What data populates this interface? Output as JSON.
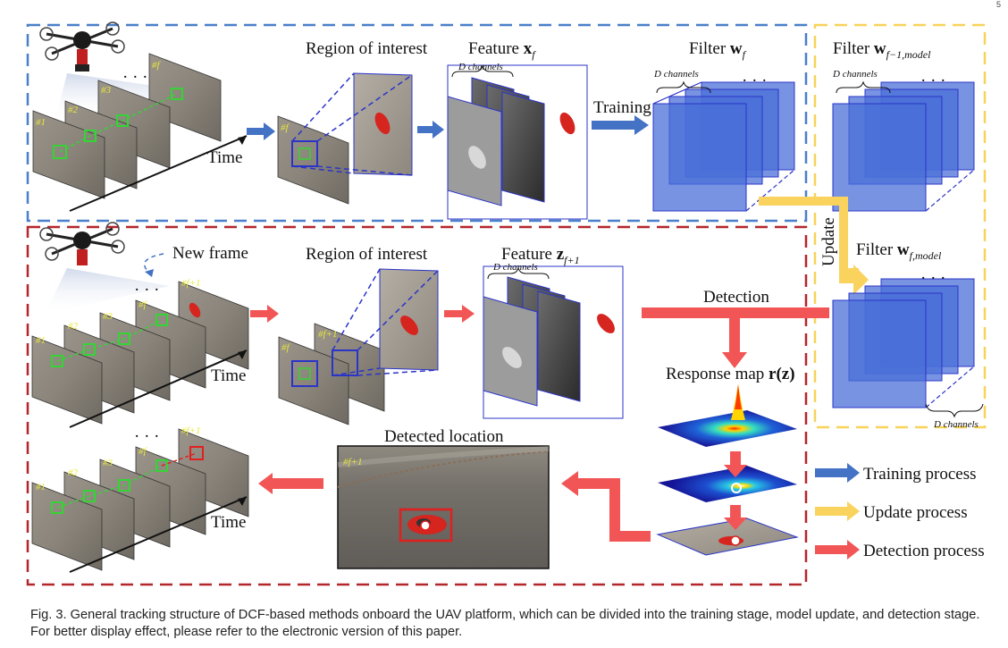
{
  "page_number": "5",
  "figure": {
    "training_panel": {
      "region_of_interest": "Region of interest",
      "feature_label_prefix": "Feature ",
      "feature_var": "x",
      "feature_sub": "f",
      "filter_label_prefix": "Filter ",
      "filter_var": "w",
      "filter_sub": "f",
      "channels": "D channels",
      "time": "Time",
      "training": "Training",
      "frames": [
        "#1",
        "#2",
        "#3",
        "#f"
      ],
      "ellipsis": "· · ·"
    },
    "update_panel": {
      "prev_filter_prefix": "Filter ",
      "prev_filter_var": "w",
      "prev_filter_sub": "f−1,model",
      "curr_filter_prefix": "Filter ",
      "curr_filter_var": "w",
      "curr_filter_sub": "f,model",
      "update": "Update",
      "channels_top": "D channels",
      "channels_bottom": "D channels"
    },
    "detection_panel": {
      "new_frame": "New frame",
      "region_of_interest": "Region of interest",
      "feature_label_prefix": "Feature ",
      "feature_var": "z",
      "feature_sub": "f+1",
      "channels": "D channels",
      "detection": "Detection",
      "response_map": "Response map ",
      "response_var": "r(z)",
      "time_1": "Time",
      "time_2": "Time",
      "detected_location": "Detected location",
      "detected_frame_num": "#f+1",
      "frames": [
        "#1",
        "#2",
        "#3",
        "#f",
        "#f+1"
      ],
      "roi_frames": [
        "#f",
        "#f+1"
      ],
      "ellipsis": "· · ·"
    },
    "legend": [
      {
        "label": "Training process",
        "color": "#4472c4"
      },
      {
        "label": "Update process",
        "color": "#f9d35d"
      },
      {
        "label": "Detection process",
        "color": "#f25555"
      }
    ],
    "colors": {
      "training_border": "#4a7fc9",
      "update_border": "#f7d35a",
      "detection_border": "#b3262c",
      "filter_fill": "#4a6fd8",
      "track_green": "#35d435",
      "detected_box": "#e0201f"
    }
  },
  "caption": "Fig. 3. General tracking structure of DCF-based methods onboard the UAV platform, which can be divided into the training stage, model update, and detection stage. For better display effect, please refer to the electronic version of this paper."
}
